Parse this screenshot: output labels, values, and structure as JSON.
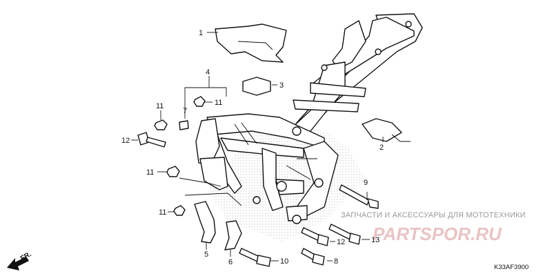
{
  "diagram": {
    "code": "K33AF3900",
    "direction_label": "FR.",
    "watermark": {
      "text": "ЗАПЧАСТИ И АКСЕССУАРЫ ДЛЯ МОТОТЕХНИКИ",
      "logo": "PARTSPOR.RU"
    },
    "callouts": {
      "c1": "1",
      "c2": "2",
      "c3": "3",
      "c4": "4",
      "c5": "5",
      "c6": "6",
      "c7": "7",
      "c8": "8",
      "c9": "9",
      "c10": "10",
      "c11a": "11",
      "c11b": "11",
      "c11c": "11",
      "c11d": "11",
      "c12a": "12",
      "c12b": "12",
      "c13": "13"
    }
  }
}
